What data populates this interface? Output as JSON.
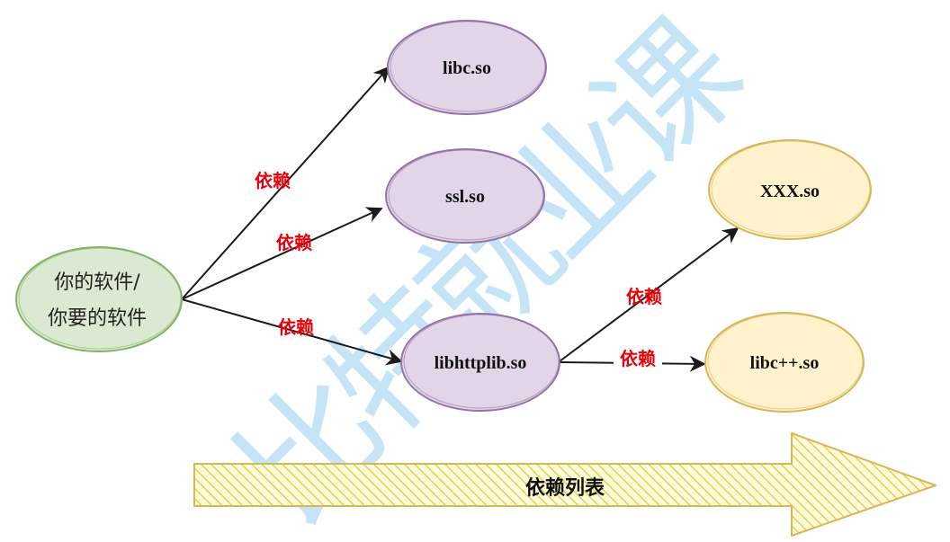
{
  "diagram": {
    "nodes": {
      "software": {
        "line1": "你的软件/",
        "line2": "你要的软件",
        "color": "#82b366",
        "fill": "#dbe9d2"
      },
      "libc": {
        "label": "libc.so",
        "color": "#9673a6",
        "fill": "#e1d5e7"
      },
      "ssl": {
        "label": "ssl.so",
        "color": "#9673a6",
        "fill": "#e1d5e7"
      },
      "libhttplib": {
        "label": "libhttplib.so",
        "color": "#9673a6",
        "fill": "#e1d5e7"
      },
      "xxx": {
        "label": "XXX.so",
        "color": "#d6b656",
        "fill": "#fff2cc"
      },
      "libcpp": {
        "label": "libc++.so",
        "color": "#d6b656",
        "fill": "#fff2cc"
      }
    },
    "edges": {
      "to_libc": {
        "label": "依赖"
      },
      "to_ssl": {
        "label": "依赖"
      },
      "to_libhttplib": {
        "label": "依赖"
      },
      "to_xxx": {
        "label": "依赖"
      },
      "to_libcpp": {
        "label": "依赖"
      }
    },
    "edge_label_color": "#e8000b",
    "big_arrow": {
      "label": "依赖列表",
      "stroke": "#d6b656",
      "hatch": "#e8d84a"
    },
    "watermark": {
      "text": "比特就业课",
      "color": "#bfe3f7"
    }
  }
}
